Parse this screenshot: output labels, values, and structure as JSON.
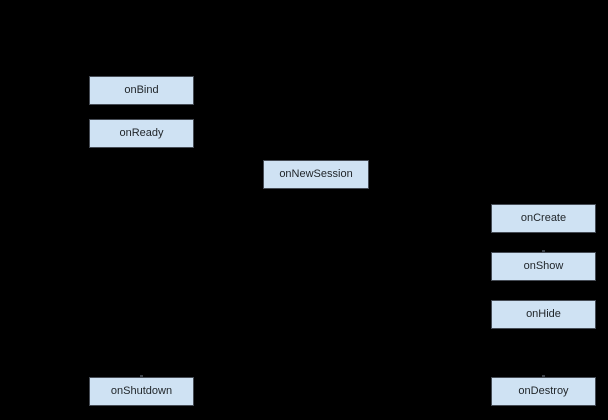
{
  "diagram": {
    "type": "lifecycle-flowchart",
    "background_color": "#000000",
    "node_fill_color": "#cfe2f3",
    "node_border_color": "#464c55",
    "node_text_color": "#1f2428",
    "nodes": [
      {
        "id": "onBind",
        "label": "onBind"
      },
      {
        "id": "onReady",
        "label": "onReady"
      },
      {
        "id": "onNewSession",
        "label": "onNewSession"
      },
      {
        "id": "onCreate",
        "label": "onCreate"
      },
      {
        "id": "onShow",
        "label": "onShow"
      },
      {
        "id": "onHide",
        "label": "onHide"
      },
      {
        "id": "onShutdown",
        "label": "onShutdown"
      },
      {
        "id": "onDestroy",
        "label": "onDestroy"
      }
    ]
  }
}
